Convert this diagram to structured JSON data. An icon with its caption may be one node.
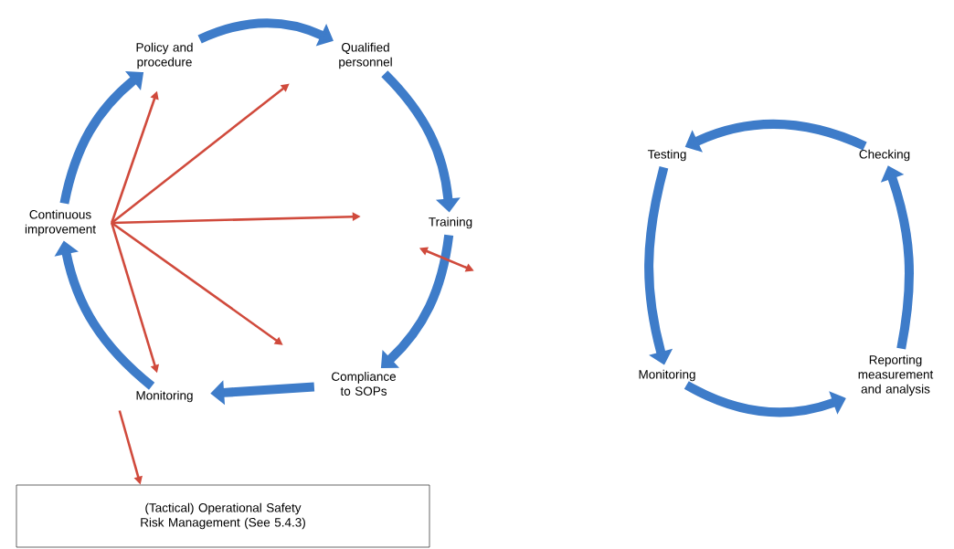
{
  "diagram": {
    "nodes": [
      {
        "text": [
          "Policy and procedure"
        ]
      },
      {
        "text": [
          "Qualified personnel"
        ]
      },
      {
        "text": [
          "Training"
        ]
      },
      {
        "text": [
          "Compliance to SOPs"
        ]
      },
      {
        "text": [
          "Monitoring"
        ]
      },
      {
        "text": [
          "Continuous improvement"
        ]
      },
      {
        "text": [
          "(Tactical) Operational Safety Risk Management (See 5.4.3)"
        ]
      },
      {
        "text": [
          "Testing"
        ]
      },
      {
        "text": [
          "Checking"
        ]
      },
      {
        "text": [
          "Reporting measurement and analysis"
        ]
      },
      {
        "text": [
          "Monitoring"
        ]
      }
    ],
    "edges": [
      {
        "from": 0,
        "to": 1,
        "arrow": "to"
      },
      {
        "from": 1,
        "to": 2,
        "arrow": "to"
      },
      {
        "from": 2,
        "to": 3,
        "arrow": "to"
      },
      {
        "from": 3,
        "to": 4,
        "arrow": "to"
      },
      {
        "from": 4,
        "to": 5,
        "arrow": "to"
      },
      {
        "from": 5,
        "to": 0,
        "arrow": "to"
      },
      {
        "from": 5,
        "to": 0,
        "arrow": "to",
        "color": "#d04a3c"
      },
      {
        "from": 5,
        "to": 1,
        "arrow": "to",
        "color": "#d04a3c"
      },
      {
        "from": 5,
        "to": 2,
        "arrow": "to",
        "color": "#d04a3c"
      },
      {
        "from": 5,
        "to": 4,
        "arrow": "to",
        "color": "#d04a3c"
      },
      {
        "from": 5,
        "to": 3,
        "arrow": "to",
        "color": "#d04a3c"
      },
      {
        "from": 2,
        "to": null,
        "arrow": "both",
        "color": "#d04a3c"
      },
      {
        "from": 4,
        "to": 6,
        "arrow": "to",
        "color": "#d04a3c"
      },
      {
        "from": 8,
        "to": 7,
        "arrow": "to"
      },
      {
        "from": 7,
        "to": 10,
        "arrow": "to"
      },
      {
        "from": 10,
        "to": 9,
        "arrow": "to"
      },
      {
        "from": 9,
        "to": 8,
        "arrow": "to"
      }
    ]
  }
}
